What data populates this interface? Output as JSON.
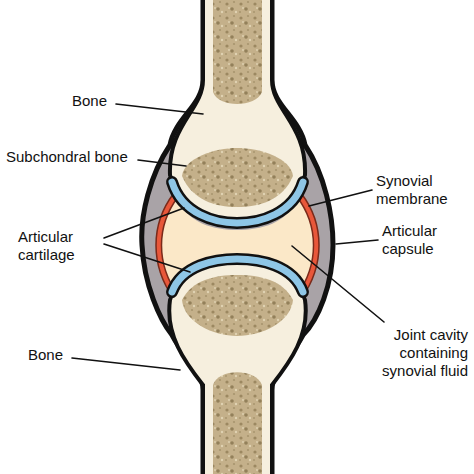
{
  "diagram": {
    "labels": [
      "Bone",
      "Subchondral bone",
      "Articular cartilage",
      "Bone",
      "Synovial membrane",
      "Articular capsule",
      "Joint cavity containing synovial fluid"
    ]
  }
}
